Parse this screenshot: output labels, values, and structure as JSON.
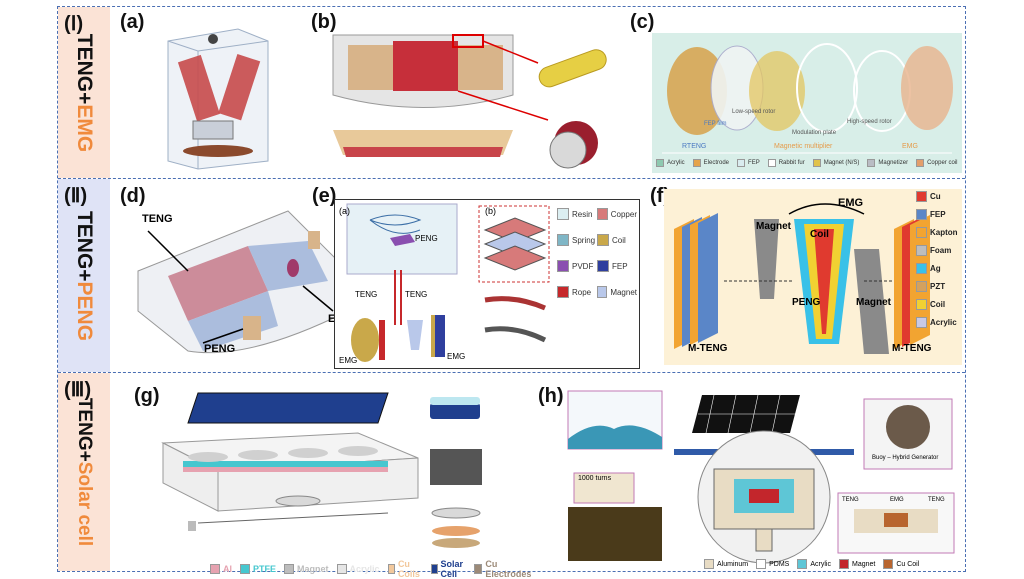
{
  "rows": [
    {
      "roman": "(Ⅰ)",
      "label_black": "TENG+",
      "label_accent": "EMG"
    },
    {
      "roman": "(Ⅱ)",
      "label_black": "TENG+",
      "label_accent": "PENG"
    },
    {
      "roman": "(Ⅲ)",
      "label_black": "TENG+",
      "label_accent": "Solar cell"
    }
  ],
  "panels": {
    "a": "(a)",
    "b": "(b)",
    "c": "(c)",
    "d": "(d)",
    "e": "(e)",
    "f": "(f)",
    "g": "(g)",
    "h": "(h)"
  },
  "panel_c": {
    "labels": {
      "fep": "FEP film",
      "low": "Low-speed rotor",
      "mod": "Modulation plate",
      "high": "High-speed rotor"
    },
    "group_rteng": "RTENG",
    "group_mag": "Magnetic multiplier",
    "group_emg": "EMG",
    "legend": [
      {
        "label": "Acrylic",
        "color": "#8ec9b0"
      },
      {
        "label": "Electrode",
        "color": "#e5a34a"
      },
      {
        "label": "FEP",
        "color": "#d9ecef"
      },
      {
        "label": "Rabbit fur",
        "color": "#ffffff"
      },
      {
        "label": "Magnet (N/S)",
        "color": "#e0c24a"
      },
      {
        "label": "Magnetizer",
        "color": "#b9bcc4"
      },
      {
        "label": "Copper coil",
        "color": "#e39e6b"
      }
    ]
  },
  "panel_d": {
    "teng_top": "TENG",
    "emg": "EMG",
    "peng": "PENG"
  },
  "panel_e": {
    "sub_a": "(a)",
    "sub_b": "(b)",
    "peng": "PENG",
    "teng_l": "TENG",
    "teng_r": "TENG",
    "emg_l": "EMG",
    "emg_r": "EMG",
    "legend": [
      {
        "label": "Resin",
        "color": "#dceff2"
      },
      {
        "label": "Copper",
        "color": "#d77a7a"
      },
      {
        "label": "Spring",
        "color": "#7fb6c6"
      },
      {
        "label": "Coil",
        "color": "#c9a84a"
      },
      {
        "label": "PVDF",
        "color": "#8a4fb0"
      },
      {
        "label": "FEP",
        "color": "#2f3f9e"
      },
      {
        "label": "Rope",
        "color": "#c6282b"
      },
      {
        "label": "Magnet",
        "color": "#b9c8ea"
      }
    ]
  },
  "panel_f": {
    "emg": "EMG",
    "magnet_top": "Magnet",
    "coil": "Coil",
    "peng": "PENG",
    "magnet_bottom": "Magnet",
    "mteng_left": "M-TENG",
    "mteng_right": "M-TENG",
    "legend": [
      {
        "label": "Cu",
        "color": "#e03a2f"
      },
      {
        "label": "FEP",
        "color": "#5a86c8"
      },
      {
        "label": "Kapton",
        "color": "#f2a431"
      },
      {
        "label": "Foam",
        "color": "#bdbdbd"
      },
      {
        "label": "Ag",
        "color": "#39c1e8"
      },
      {
        "label": "PZT",
        "color": "#d4a15e"
      },
      {
        "label": "Coil",
        "color": "#f1d132"
      },
      {
        "label": "Acrylic",
        "color": "#c8c9e6"
      }
    ]
  },
  "panel_g": {
    "legend": [
      {
        "label": "Al",
        "color": "#e6a2b0"
      },
      {
        "label": "PTFE",
        "color": "#46c7cf"
      },
      {
        "label": "Magnet",
        "color": "#bdbdbd"
      },
      {
        "label": "Acrylic",
        "color": "#e6e6e6"
      },
      {
        "label": "Cu Coils",
        "color": "#f2c89c"
      },
      {
        "label": "Solar Cell",
        "color": "#1f3f8e"
      },
      {
        "label": "Cu Electrodes",
        "color": "#9c8a78"
      }
    ]
  },
  "panel_h": {
    "turns": "1000 turns",
    "buoy": "Buoy – Hybrid Generator",
    "teng_l": "TENG",
    "emg": "EMG",
    "teng_r": "TENG",
    "legend": [
      {
        "label": "Aluminum",
        "color": "#e8dcc4"
      },
      {
        "label": "PDMS",
        "color": "#ffffff"
      },
      {
        "label": "Acrylic",
        "color": "#5ec6d6"
      },
      {
        "label": "Magnet",
        "color": "#c3262c"
      },
      {
        "label": "Cu Coil",
        "color": "#b8652f"
      }
    ]
  }
}
